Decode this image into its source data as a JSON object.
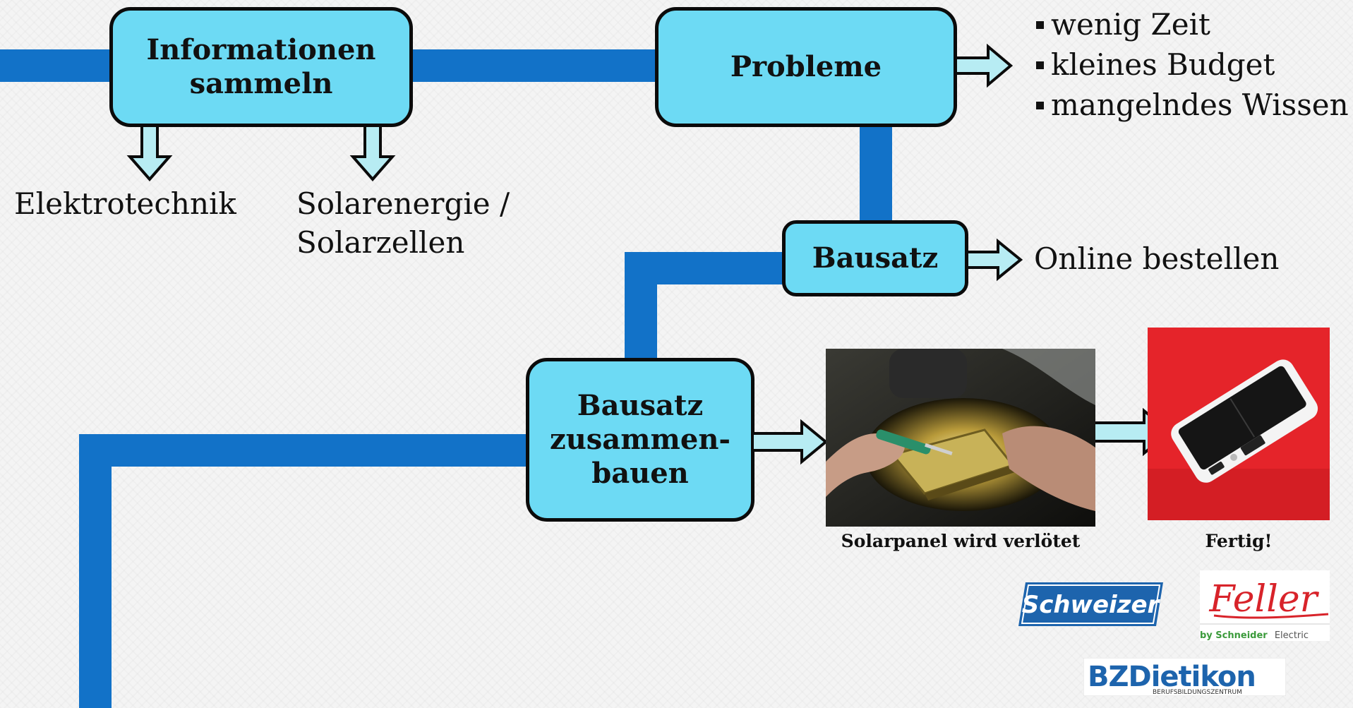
{
  "colors": {
    "connector": "#1272c8",
    "box_fill": "#6ddaf4",
    "box_border": "#0b0b0b",
    "arrow_fill": "#b7ecf3",
    "photo_bg_red": "#e5242a"
  },
  "boxes": {
    "informationen": "Informationen\nsammeln",
    "probleme": "Probleme",
    "bausatz": "Bausatz",
    "zusammenbauen": "Bausatz\nzusammen-\nbauen"
  },
  "labels": {
    "elektrotechnik": "Elektrotechnik",
    "solarenergie": "Solarenergie /\nSolarzellen",
    "online_bestellen": "Online bestellen"
  },
  "problems": [
    "wenig Zeit",
    "kleines Budget",
    "mangelndes Wissen"
  ],
  "captions": {
    "soldering": "Solarpanel wird verlötet",
    "fertig": "Fertig!"
  },
  "logos": {
    "schweizer": "Schweizer",
    "feller": "Feller",
    "feller_sub_bold": "by Schneider",
    "feller_sub_light": "Electric",
    "bzd_main": "BZDietikon",
    "bzd_sub": "BERUFSBILDUNGSZENTRUM"
  },
  "icons": [
    "hollow-arrow-right-icon",
    "hollow-arrow-down-icon"
  ]
}
